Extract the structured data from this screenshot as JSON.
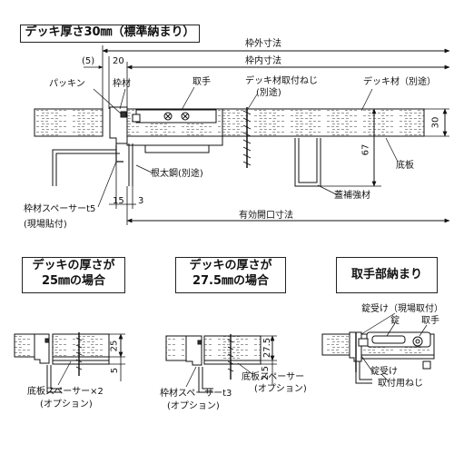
{
  "title": "デッキ厚さ30㎜（標準納まり）",
  "main": {
    "dims": {
      "frame_outer": "枠外寸法",
      "frame_inner": "枠内寸法",
      "p5": "(5)",
      "d20": "20",
      "d30": "30",
      "d67": "67",
      "d15": "15",
      "d3": "3",
      "effective_opening": "有効開口寸法"
    },
    "labels": {
      "packing": "パッキン",
      "frame_material": "枠材",
      "handle": "取手",
      "deck_screw_line1": "デッキ材取付ねじ",
      "deck_screw_line2": "(別途)",
      "deck_material": "デッキ材（別途）",
      "bottom_plate": "底板",
      "reinforcement": "蓋補強材",
      "nedabuta": "根太鋼(別途)",
      "spacer_line1": "枠材スペーサーt5",
      "spacer_line2": "(現場貼付)"
    }
  },
  "panels": {
    "p25": {
      "title_line1": "デッキの厚さが",
      "title_line2": "25㎜の場合",
      "dim_25": "25",
      "dim_5": "5",
      "label_line1": "底板スペーサー×2",
      "label_line2": "(オプション)"
    },
    "p275": {
      "title_line1": "デッキの厚さが",
      "title_line2": "27.5㎜の場合",
      "dim_275": "27.5",
      "dim_25": "2.5",
      "frame_spacer_line1": "枠材スペーサーt3",
      "frame_spacer_line2": "(オプション)",
      "bottom_spacer_line1": "底板スペーサー",
      "bottom_spacer_line2": "(オプション)"
    },
    "handle": {
      "title": "取手部納まり",
      "lock_receiver_site": "錠受け（現場取付）",
      "lock": "錠",
      "handle": "取手",
      "lock_receiver": "錠受け",
      "screw": "取付用ねじ"
    }
  }
}
